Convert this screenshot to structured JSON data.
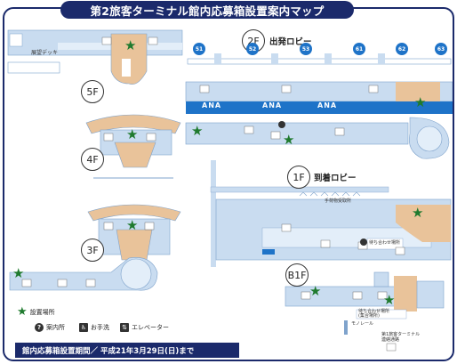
{
  "title": "第2旅客ターミナル館内応募箱設置案内マップ",
  "floors": {
    "f5": "5F",
    "f4": "4F",
    "f3": "3F",
    "f2": "2F",
    "f1": "1F",
    "b1f": "B1F"
  },
  "lobbies": {
    "departure": "出発ロビー",
    "arrival": "到着ロビー"
  },
  "labels": {
    "observation_deck": "展望デッキ",
    "baggage_claim": "手荷物受取所",
    "meeting_point_1f": "待ち合わせ場所",
    "meeting_point_b1f": "待ち合わせ場所\n(集合場所)",
    "monorail": "モノレール",
    "terminal_link": "第1旅客ターミナル\n連絡通路"
  },
  "gates": [
    "51",
    "52",
    "53",
    "61",
    "62",
    "63"
  ],
  "airline": "ANA",
  "legend": {
    "box_location": "設置場所",
    "information": "案内所",
    "restroom": "お手洗",
    "elevator": "エレベーター"
  },
  "period": "館内応募箱設置期間／ 平成21年3月29日(日)まで",
  "colors": {
    "navy": "#1b2a6b",
    "floor_blue": "#c9dcf0",
    "floor_line": "#7fa3cc",
    "tan": "#e9c39a",
    "ana_blue": "#1e73c8",
    "star_green": "#1f7a2e"
  }
}
